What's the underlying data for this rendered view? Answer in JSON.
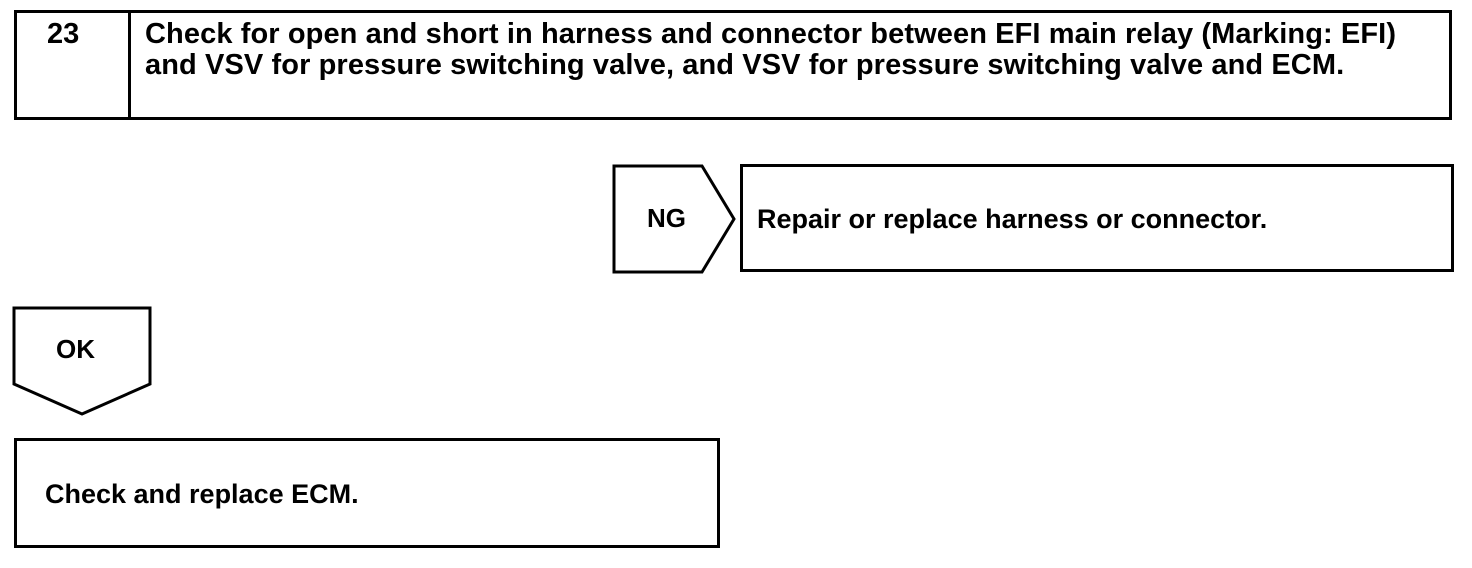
{
  "step": {
    "number": "23",
    "text": "Check for open and short in harness and connector between EFI main relay (Marking: EFI) and VSV for pressure switching valve, and VSV for pressure switching valve and ECM."
  },
  "ng_branch": {
    "label": "NG",
    "result": "Repair or replace harness or connector."
  },
  "ok_branch": {
    "label": "OK",
    "result": "Check and replace ECM."
  }
}
